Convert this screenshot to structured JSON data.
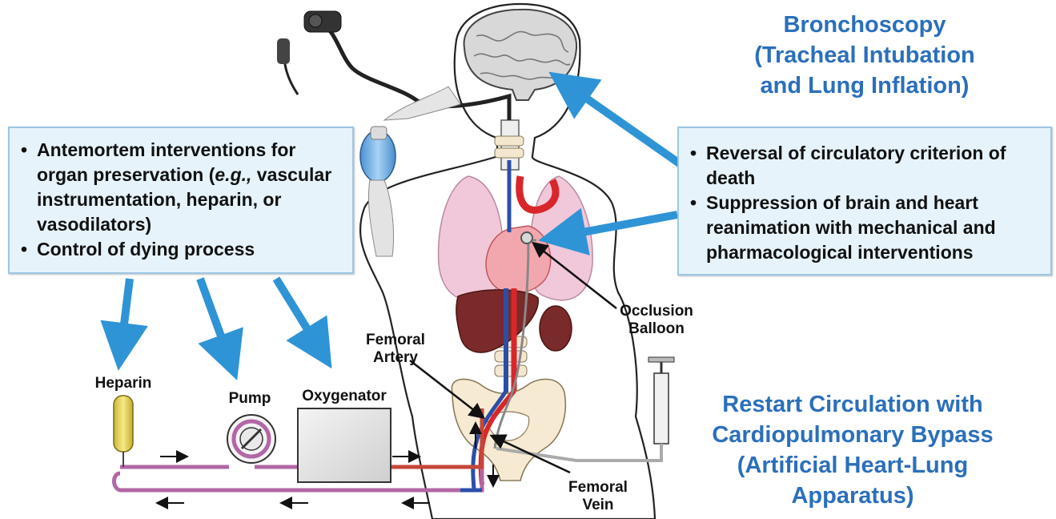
{
  "titles": {
    "bronchoscopy": [
      "Bronchoscopy",
      "(Tracheal Intubation",
      "and Lung Inflation)"
    ],
    "restart": [
      "Restart Circulation with",
      "Cardiopulmonary Bypass",
      "(Artificial Heart-Lung",
      "Apparatus)"
    ]
  },
  "left_box": {
    "items": [
      {
        "before": "Antemortem interventions for organ preservation (",
        "emph": "e.g.,",
        "after": " vascular instrumentation, heparin, or vasodilators)"
      },
      {
        "before": "Control of dying process",
        "emph": "",
        "after": ""
      }
    ]
  },
  "right_box": {
    "items": [
      "Reversal of circulatory criterion of death",
      "Suppression of brain and heart reanimation with mechanical and pharmacological interventions"
    ]
  },
  "labels": {
    "heparin": "Heparin",
    "pump": "Pump",
    "oxygenator": "Oxygenator",
    "femoral_artery": [
      "Femoral",
      "Artery"
    ],
    "femoral_vein": [
      "Femoral",
      "Vein"
    ],
    "occlusion_balloon": [
      "Occlusion",
      "Balloon"
    ]
  },
  "colors": {
    "accent_blue": "#2a6fbb",
    "arrow_blue": "#2f94d6",
    "box_fill": "#e6f3fb",
    "artery_red": "#d9262b",
    "vein_blue": "#2b4fa8",
    "tubing_purple": "#b267a6"
  }
}
